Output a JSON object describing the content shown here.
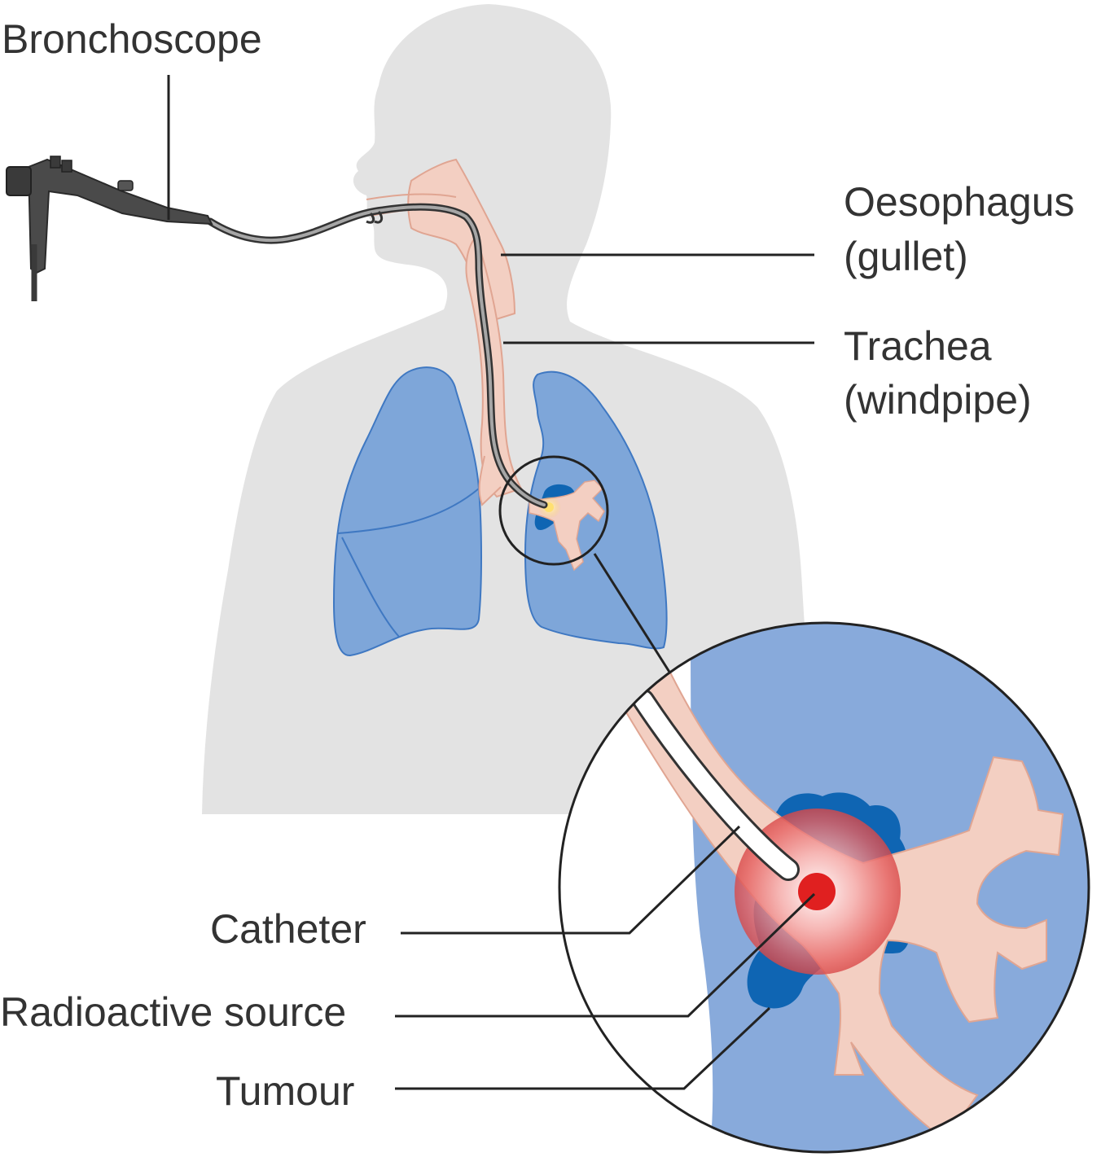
{
  "labels": {
    "bronchoscope": "Bronchoscope",
    "oesophagus_line1": "Oesophagus",
    "oesophagus_line2": "(gullet)",
    "trachea_line1": "Trachea",
    "trachea_line2": "(windpipe)",
    "catheter": "Catheter",
    "radioactive_source": "Radioactive source",
    "tumour": "Tumour"
  },
  "colors": {
    "silhouette": "#e3e3e3",
    "lung": "#7ea6d9",
    "lung_outline": "#3f78c2",
    "airway": "#f3cfc2",
    "airway_outline": "#e0a592",
    "tumour": "#0f65b3",
    "zoom_background": "#88aadb",
    "radioactive_source": "#e02020",
    "text": "#333333"
  }
}
